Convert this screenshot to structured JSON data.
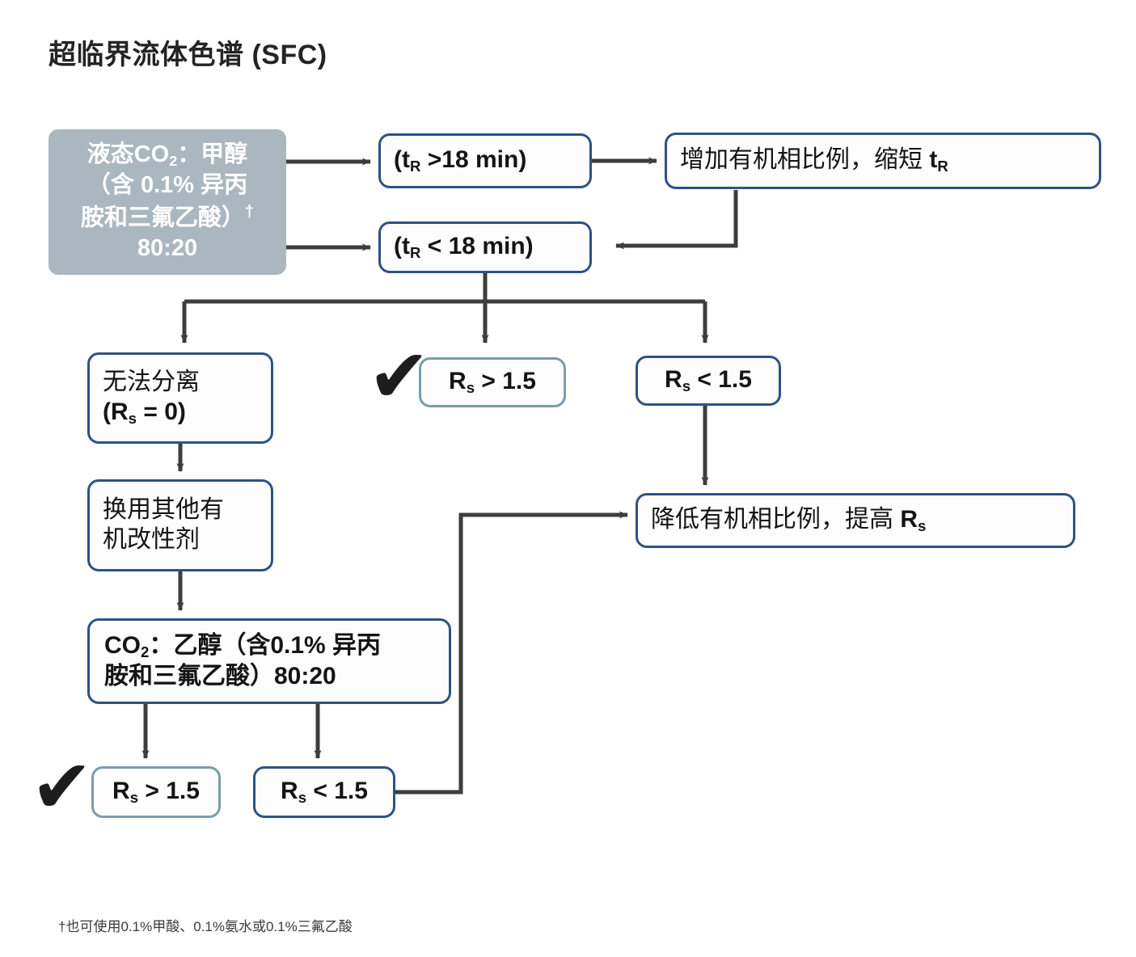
{
  "page": {
    "title": "超临界流体色谱 (SFC)",
    "footnote": "†也可使用0.1%甲酸、0.1%氨水或0.1%三氟乙酸",
    "colors": {
      "box_border": "#2e5283",
      "soft_box_border": "#7b9bab",
      "start_box_fill": "#aab7bf",
      "start_box_text": "#ffffff",
      "arrow": "#3d3d3d",
      "text": "#141414"
    }
  },
  "nodes": {
    "start": {
      "line1": "液态CO",
      "line1_sub": "2",
      "line1_rest": "：甲醇",
      "line2": "（含 0.1% 异丙",
      "line3": "胺和三氟乙酸）",
      "line3_dagger": "†",
      "line4": "80:20"
    },
    "tr_gt": {
      "pre": "(t",
      "sub": "R",
      "post": " >18 min)"
    },
    "tr_lt": {
      "pre": "(t",
      "sub": "R",
      "post": " < 18 min)"
    },
    "increase_organic": {
      "pre": "增加有机相比例，缩短 ",
      "sym": "t",
      "sub": "R"
    },
    "decrease_organic": {
      "pre": "降低有机相比例，提高 ",
      "sym": "R",
      "sub": "s"
    },
    "no_separation": {
      "line1": "无法分离",
      "line2_pre": "(R",
      "line2_sub": "s",
      "line2_post": " = 0)"
    },
    "change_modifier": {
      "line1": "换用其他有",
      "line2": "机改性剂"
    },
    "co2_ethanol": {
      "line1_pre": "CO",
      "line1_sub": "2",
      "line1_post": "：乙醇（含0.1% 异丙",
      "line2": "胺和三氟乙酸）80:20"
    },
    "rs_gt_mid": {
      "pre": "R",
      "sub": "s",
      "post": " > 1.5"
    },
    "rs_lt_mid": {
      "pre": "R",
      "sub": "s",
      "post": " < 1.5"
    },
    "rs_gt_bottom": {
      "pre": "R",
      "sub": "s",
      "post": " > 1.5"
    },
    "rs_lt_bottom": {
      "pre": "R",
      "sub": "s",
      "post": " < 1.5"
    }
  },
  "marks": {
    "check_glyph": "✔"
  }
}
